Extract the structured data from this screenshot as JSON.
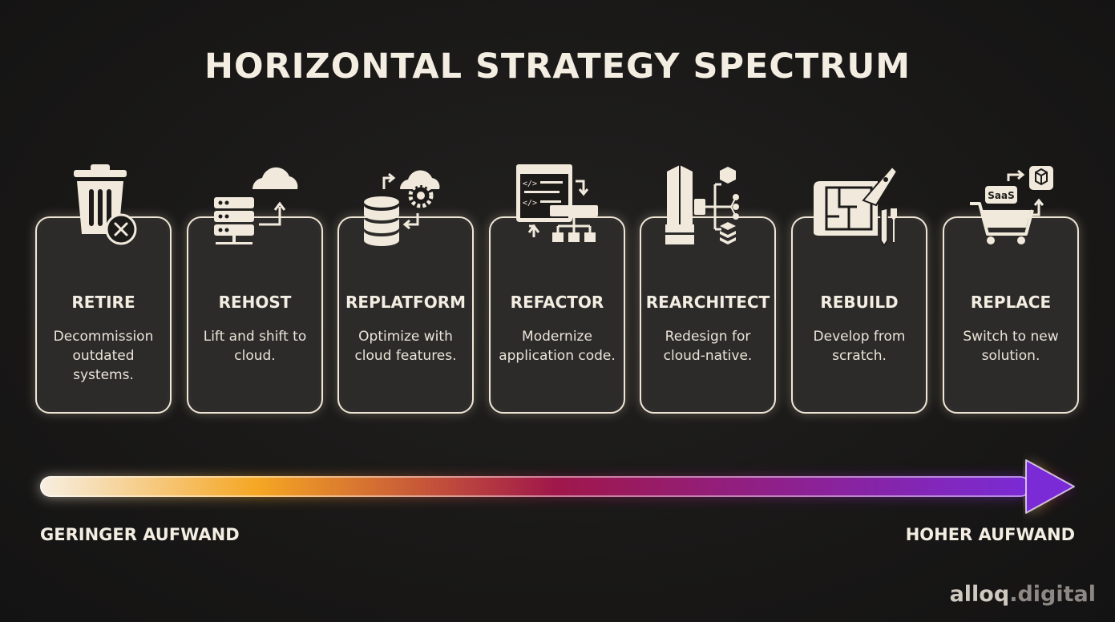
{
  "title": "HORIZONTAL STRATEGY SPECTRUM",
  "strategies": [
    {
      "title": "RETIRE",
      "desc": "Decommission outdated systems.",
      "icon": "trash-icon"
    },
    {
      "title": "REHOST",
      "desc": "Lift and shift to cloud.",
      "icon": "server-cloud-icon"
    },
    {
      "title": "REPLATFORM",
      "desc": "Optimize with cloud features.",
      "icon": "database-gear-cloud-icon"
    },
    {
      "title": "REFACTOR",
      "desc": "Modernize application code.",
      "icon": "code-window-icon"
    },
    {
      "title": "REARCHITECT",
      "desc": "Redesign for cloud-native.",
      "icon": "architecture-blocks-icon"
    },
    {
      "title": "REBUILD",
      "desc": "Develop from scratch.",
      "icon": "blueprint-rocket-icon"
    },
    {
      "title": "REPLACE",
      "desc": "Switch to new solution.",
      "icon": "saas-cart-icon"
    }
  ],
  "icon_labels": {
    "saas": "SaaS"
  },
  "spectrum": {
    "low_label": "GERINGER AUFWAND",
    "high_label": "HOHER AUFWAND",
    "colors": [
      "#f7efe2",
      "#f5a623",
      "#a0174a",
      "#7a2bd6"
    ]
  },
  "logo": {
    "name": "alloq",
    "tld": ".digital"
  }
}
